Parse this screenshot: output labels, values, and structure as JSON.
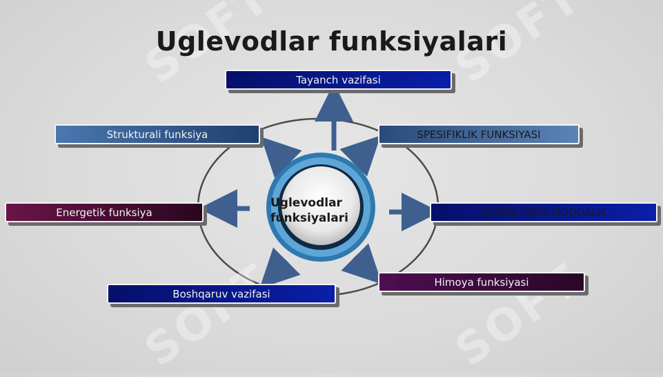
{
  "title": "Uglevodlar funksiyalari",
  "center": {
    "line1": "Uglevodlar",
    "line2": "funksiyalari"
  },
  "nodes": [
    {
      "label": "Tayanch vazifasi"
    },
    {
      "label": "Strukturali funksiya"
    },
    {
      "label": "SPESIFIKLIK FUNKSIYASI"
    },
    {
      "label": "Energetik funksiya"
    },
    {
      "label": "ZAXIRA OZIQ MODDALIK"
    },
    {
      "label": "Boshqaruv vazifasi"
    },
    {
      "label": "Himoya funksiyasi"
    }
  ],
  "watermark": "SOFT",
  "colors": {
    "blue": "#0a1ea8",
    "steel": "#4a78b0",
    "maroon": "#6a1448",
    "arrow": "#3f5f8f"
  }
}
